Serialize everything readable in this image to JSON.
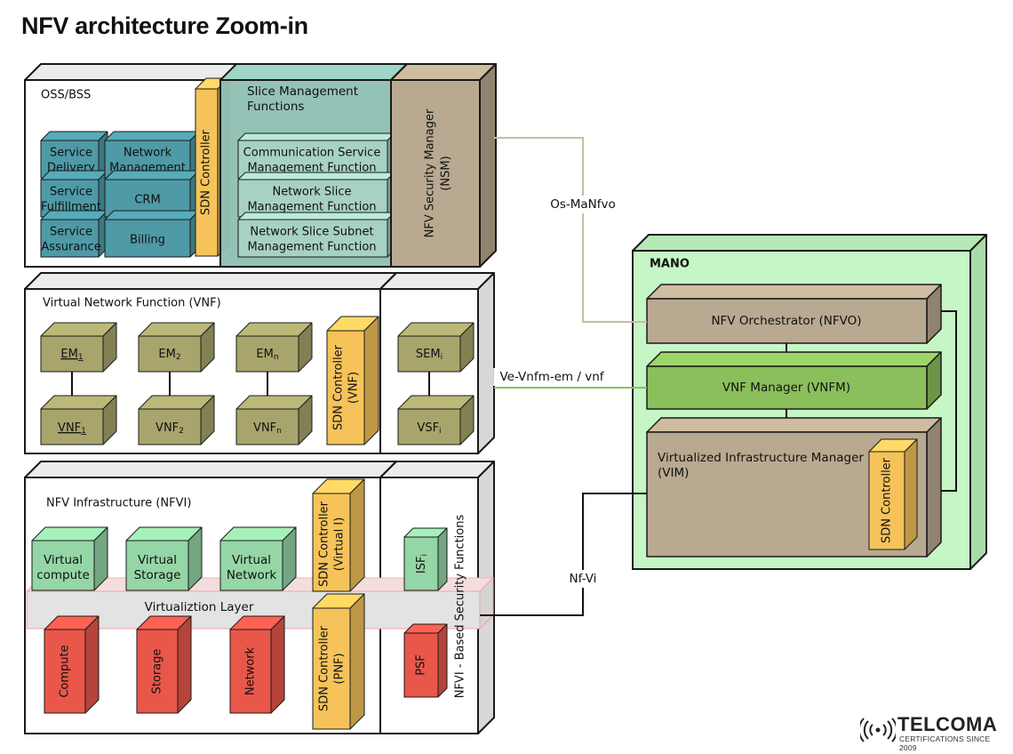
{
  "title": "NFV architecture Zoom-in",
  "brand": {
    "name": "TELCOMA",
    "tagline": "CERTIFICATIONS SINCE 2009"
  },
  "oss": {
    "label": "OSS/BSS",
    "services": [
      "Service",
      "Delivery",
      "Service",
      "Fulfillment",
      "Service",
      "Assurance"
    ],
    "blocks": [
      "Network",
      "Management",
      "CRM",
      "Billing"
    ],
    "sdn": "SDN Controller"
  },
  "slice": {
    "label": [
      "Slice Management",
      "Functions"
    ],
    "items": [
      "Communication Service",
      "Management Function",
      "Network Slice",
      "Management Function",
      "Network Slice Subnet",
      "Management Function"
    ]
  },
  "nsm": [
    "NFV Security Manager",
    "(NSM)"
  ],
  "vnf": {
    "label": "Virtual Network Function (VNF)",
    "em": [
      "EM",
      "1",
      "EM",
      "2",
      "EM",
      "n"
    ],
    "vnf": [
      "VNF",
      "1",
      "VNF",
      "2",
      "VNF",
      "n"
    ],
    "sdn": [
      "SDN Controller",
      "(VNF)"
    ],
    "sem": [
      "SEM",
      "i"
    ],
    "vsf": [
      "VSF",
      "i"
    ]
  },
  "nfvi": {
    "label": "NFV Infrastructure (NFVI)",
    "virtual": [
      "Virtual",
      "compute",
      "Virtual",
      "Storage",
      "Virtual",
      "Network"
    ],
    "layer": "Virtualiztion Layer",
    "physical": [
      "Compute",
      "Storage",
      "Network"
    ],
    "sdn_virtual": [
      "SDN Controller",
      "(Virtual I)"
    ],
    "sdn_pnf": [
      "SDN Controller",
      "(PNF)"
    ],
    "isf": [
      "ISF",
      "i"
    ],
    "psf": "PSF",
    "security": "NFVI - Based Security Functions"
  },
  "mano": {
    "label": "MANO",
    "nfvo": "NFV Orchestrator (NFVO)",
    "vnfm": "VNF Manager (VNFM)",
    "vim": [
      "Virtualized Infrastructure Manager",
      "(VIM)"
    ],
    "sdn": "SDN Controller"
  },
  "interfaces": [
    "Os-MaNfvo",
    "Ve-Vnfm-em / vnf",
    "Nf-Vi"
  ],
  "colors": {
    "teal": "#4e9aa6",
    "sage": "#8fbfb2",
    "tan": "#b8a990",
    "olive": "#a7a56b",
    "yellow": "#f5c35a",
    "mint": "#94d6a6",
    "red": "#e8574a",
    "green": "#8bbf5c",
    "mano": "#c6f5c6"
  }
}
